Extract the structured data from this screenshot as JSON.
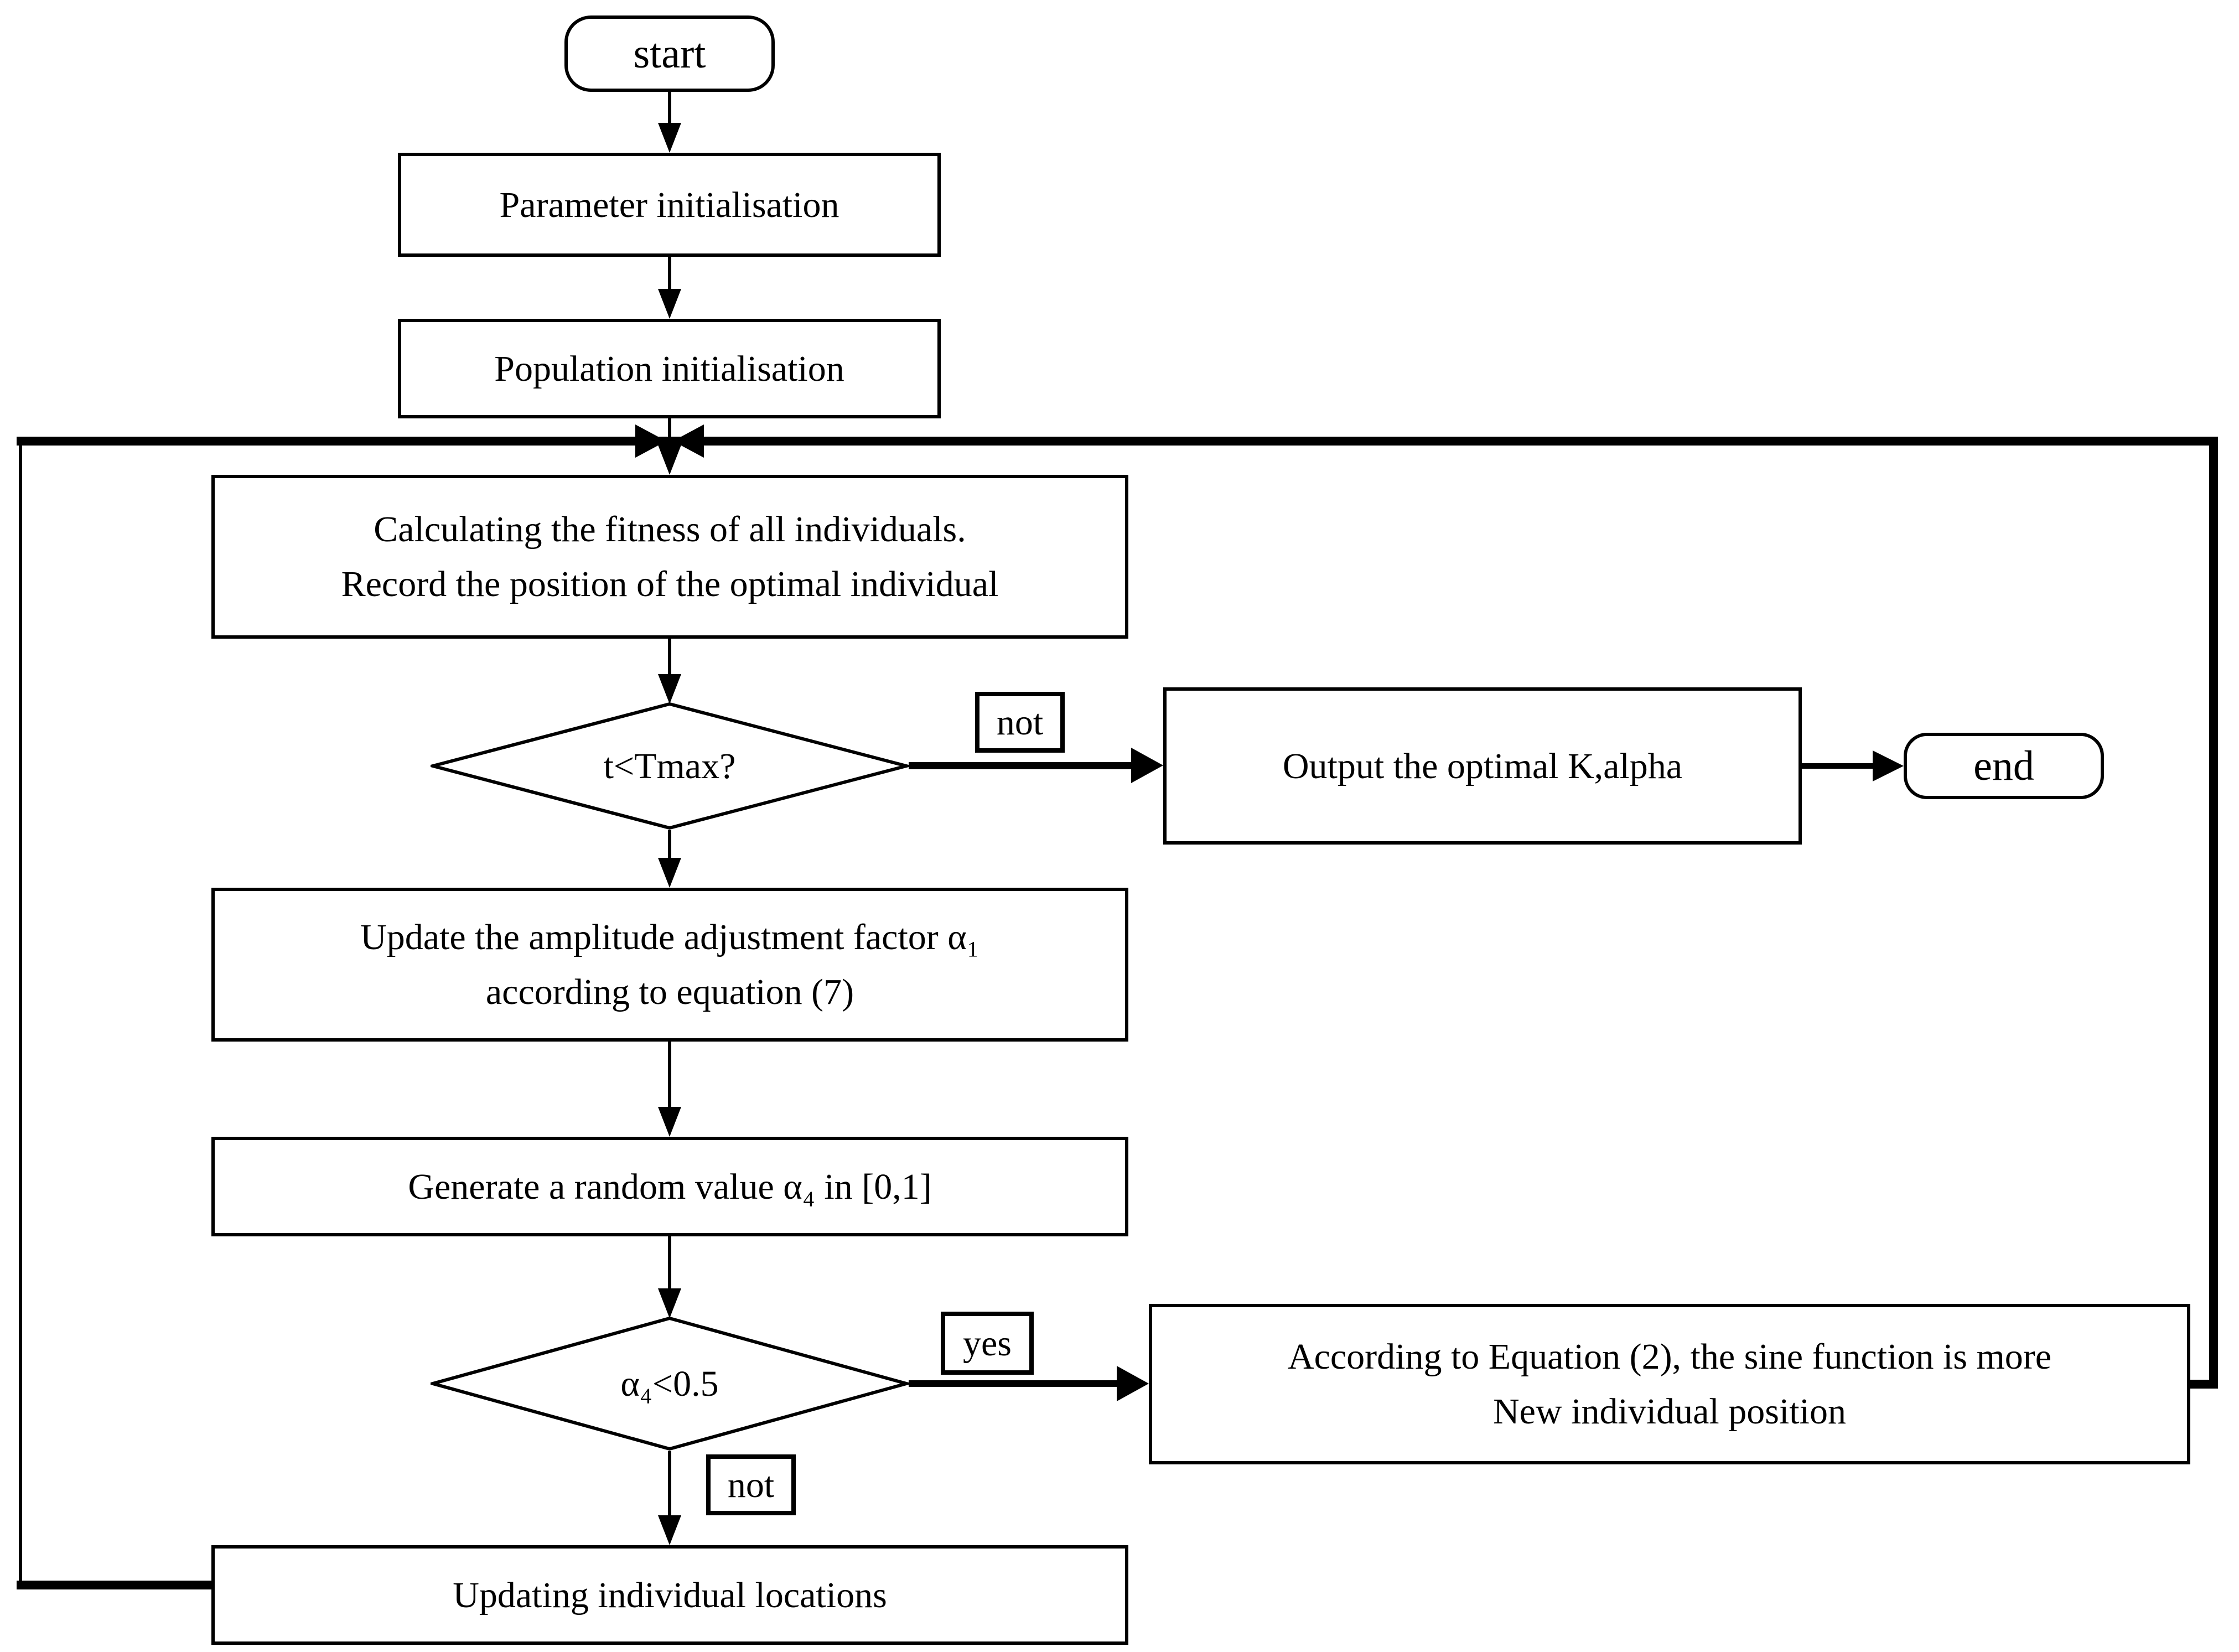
{
  "colors": {
    "stroke": "#000000",
    "background": "#ffffff"
  },
  "nodes": {
    "start": {
      "label": "start"
    },
    "param_init": {
      "label": "Parameter initialisation"
    },
    "pop_init": {
      "label": "Population initialisation"
    },
    "fitness": {
      "text": "Calculating the fitness of all individuals.\nRecord the position of the optimal individual"
    },
    "tmax_decision": {
      "label": "t<Tmax?"
    },
    "not_label_top": {
      "label": "not"
    },
    "output_optimal": {
      "label": "Output the optimal K,alpha"
    },
    "end": {
      "label": "end"
    },
    "update_alpha": {
      "text": "Update the amplitude adjustment factor α₁\naccording to equation (7)"
    },
    "generate_random": {
      "label": "Generate a random value α₄ in [0,1]"
    },
    "alpha_decision": {
      "label": "α₄<0.5"
    },
    "yes_label": {
      "label": "yes"
    },
    "sine_update": {
      "text": "According to Equation (2), the sine function is more\nNew individual position"
    },
    "not_label_bottom": {
      "label": "not"
    },
    "update_locations": {
      "label": "Updating individual locations"
    }
  }
}
